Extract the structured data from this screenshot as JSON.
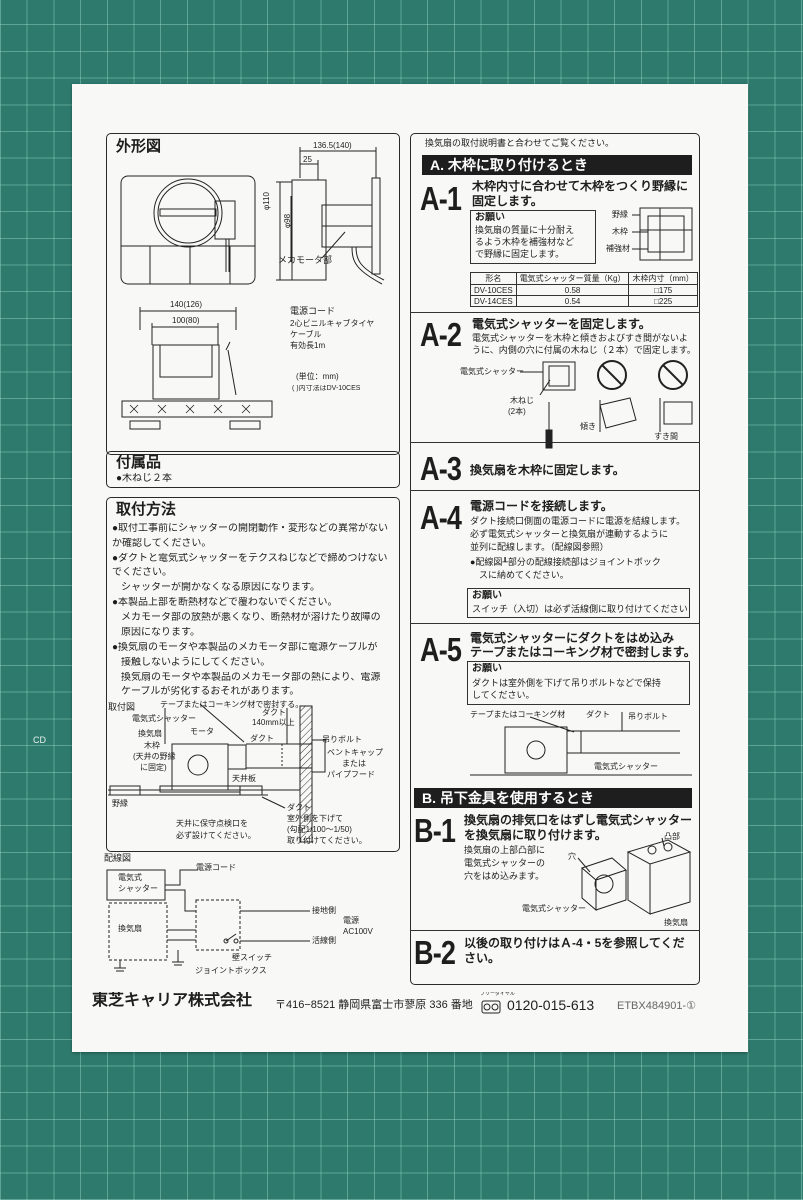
{
  "colors": {
    "mat": "#2e7b6e",
    "paper": "#f8f8f6",
    "ink": "#1e1e1e"
  },
  "edge_label": "CD",
  "outline": {
    "title": "外形図",
    "dim_depth": "136.5(140)",
    "dim_flange": "25",
    "dim_outer": "φ110",
    "dim_inner": "φ98",
    "motor_label": "メカモータ部",
    "cable_1": "電源コード",
    "cable_2": "2心ビニルキャブタイヤ",
    "cable_3": "ケーブル",
    "cable_4": "有効長1m",
    "dim_width": "140(126)",
    "dim_box": "100(80)",
    "unit": "(単位：mm)",
    "note": "( )内寸法はDV-10CES"
  },
  "accessories": {
    "title": "付属品",
    "items": [
      "●木ねじ２本"
    ]
  },
  "method": {
    "title": "取付方法",
    "lines": [
      "●取付工事前にシャッターの開閉動作・変形などの異常がない",
      "か確認してください。",
      "●ダクトと電気式シャッターをテクスねじなどで締めつけない",
      "でください。",
      "シャッターが開かなくなる原因になります。",
      "●本製品上部を断熱材などで覆わないでください。",
      "メカモータ部の放熱が悪くなり、断熱材が溶けたり故障の",
      "原因になります。",
      "●換気扇のモータや本製品のメカモータ部に電源ケーブルが",
      "接触しないようにしてください。",
      "換気扇のモータや本製品のメカモータ部の熱により、電源",
      "ケーブルが劣化するおそれがあります。"
    ],
    "figure_title": "取付図",
    "figure_labels": {
      "seal": "テープまたはコーキング材で密封する。",
      "shutter": "電気式シャッター",
      "motor": "モータ",
      "duct_a": "ダクト",
      "duct_len": "140mm以上",
      "bolt": "吊りボルト",
      "fan": "換気扇",
      "frame": "木枠",
      "frame_note_1": "(天井の野縁",
      "frame_note_2": "に固定)",
      "duct_b": "ダクト",
      "vent_1": "ベントキャップ",
      "vent_2": "または",
      "vent_3": "パイプフード",
      "ceiling": "天井板",
      "joist": "野縁",
      "hatch_1": "天井に保守点検口を",
      "hatch_2": "必ず設けてください。",
      "duct_c": "ダクト",
      "slope_1": "室外側を下げて",
      "slope_2": "(勾配1/100～1/50)",
      "slope_3": "取り付けてください。"
    }
  },
  "wiring": {
    "title": "配線図",
    "cord": "電源コード",
    "shutter_1": "電気式",
    "shutter_2": "シャッター",
    "fan": "換気扇",
    "ground": "接地側",
    "power_1": "電源",
    "power_2": "AC100V",
    "live": "活線側",
    "switch": "壁スイッチ",
    "jbox": "ジョイントボックス"
  },
  "right": {
    "intro": "換気扇の取付説明書と合わせてご覧ください。",
    "a_title": "A. 木枠に取り付けるとき",
    "a1": {
      "label": "A-1",
      "lines": [
        "木枠内寸に合わせて木枠をつくり野縁に",
        "固定します。"
      ],
      "request_title": "お願い",
      "request_lines": [
        "換気扇の質量に十分耐え",
        "るよう木枠を補強材など",
        "で野縁に固定します。"
      ],
      "frame_labels": [
        "野縁",
        "木枠",
        "補強材"
      ],
      "table": {
        "headers": [
          "形名",
          "電気式シャッター質量（Kg）",
          "木枠内寸（mm）"
        ],
        "rows": [
          [
            "DV-10CES",
            "0.58",
            "□175"
          ],
          [
            "DV-14CES",
            "0.54",
            "□225"
          ]
        ]
      }
    },
    "a2": {
      "label": "A-2",
      "heading": "電気式シャッターを固定します。",
      "lines": [
        "電気式シャッターを木枠と傾きおよびすき間がないよ",
        "うに、内側の穴に付属の木ねじ（２本）で固定します。"
      ],
      "labels": {
        "shutter": "電気式シャッター",
        "screw_1": "木ねじ",
        "screw_2": "(2本)",
        "tilt": "傾き",
        "gap": "すき間"
      }
    },
    "a3": {
      "label": "A-3",
      "heading": "換気扇を木枠に固定します。"
    },
    "a4": {
      "label": "A-4",
      "heading": "電源コードを接続します。",
      "lines": [
        "ダクト接続口側面の電源コードに電源を結線します。",
        "必ず電気式シャッターと換気扇が連動するように",
        "並列に配線します。（配線図参照）",
        "●配線図┸部分の配線接続部はジョイントボック",
        "スに納めてください。"
      ],
      "request_title": "お願い",
      "request": "スイッチ（入切）は必ず活線側に取り付けてください。"
    },
    "a5": {
      "label": "A-5",
      "lines": [
        "電気式シャッターにダクトをはめ込み",
        "テープまたはコーキング材で密封します。"
      ],
      "request_title": "お願い",
      "request_lines": [
        "ダクトは室外側を下げて吊りボルトなどで保持",
        "してください。"
      ],
      "labels": {
        "tape": "テープまたはコーキング材",
        "duct": "ダクト",
        "bolt": "吊りボルト",
        "shutter": "電気式シャッター"
      }
    },
    "b_title": "B. 吊下金具を使用するとき",
    "b1": {
      "label": "B-1",
      "lines": [
        "換気扇の排気口をはずし電気式シャッター",
        "を換気扇に取り付けます。"
      ],
      "sub": [
        "換気扇の上部凸部に",
        "電気式シャッターの",
        "穴をはめ込みます。"
      ],
      "labels": {
        "boss": "凸部",
        "hole": "穴",
        "shutter": "電気式シャッター",
        "fan": "換気扇"
      }
    },
    "b2": {
      "label": "B-2",
      "lines": [
        "以後の取り付けはＡ-4・5を参照してくだ",
        "さい。"
      ]
    }
  },
  "footer": {
    "company": "東芝キャリア株式会社",
    "address": "〒416−8521 静岡県富士市蓼原 336 番地",
    "freedial": "フリーダイヤル",
    "phone": "0120-015-613",
    "code": "ETBX484901-①"
  }
}
